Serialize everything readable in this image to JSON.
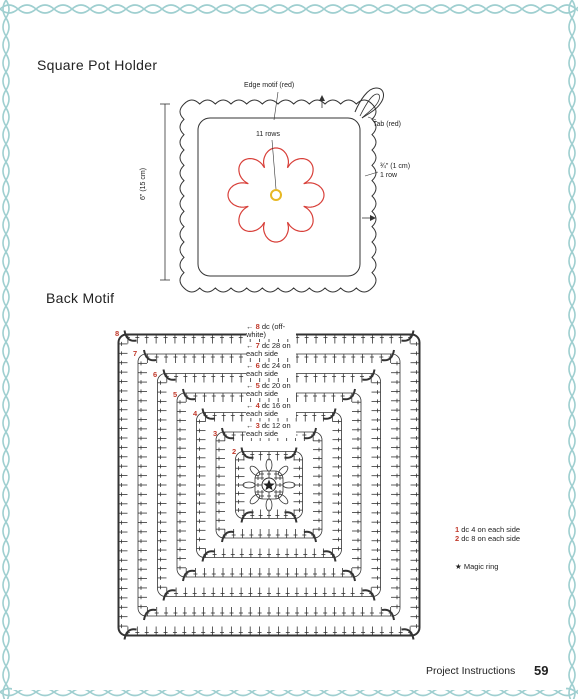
{
  "section1": {
    "title": "Square Pot Holder",
    "callouts": {
      "edge_motif": "Edge motif (red)",
      "rows": "11 rows",
      "tab": "Tab (red)",
      "border_size": "¾\" (1 cm)",
      "border_rows": "1 row",
      "height": "6\" (15 cm)"
    }
  },
  "section2": {
    "title": "Back Motif",
    "round_notes": [
      {
        "num": "8",
        "text": "dc (off-white)"
      },
      {
        "num": "7",
        "text": "dc 28 on each side"
      },
      {
        "num": "6",
        "text": "dc 24 on each side"
      },
      {
        "num": "5",
        "text": "dc 20 on each side"
      },
      {
        "num": "4",
        "text": "dc 16 on each side"
      },
      {
        "num": "3",
        "text": "dc 12 on each side"
      }
    ],
    "legend": [
      {
        "num": "1",
        "text": "dc 4 on each side"
      },
      {
        "num": "2",
        "text": "dc 8 on each side"
      }
    ],
    "magic_ring": "Magic ring",
    "chart_round_numbers": [
      "8",
      "7",
      "6",
      "5",
      "4",
      "3",
      "2"
    ]
  },
  "footer": {
    "section_label": "Project Instructions",
    "page_number": "59"
  },
  "colors": {
    "border_accent": "#9fcfd0",
    "red_motif": "#d8403a",
    "ring_yellow": "#e7b824"
  }
}
